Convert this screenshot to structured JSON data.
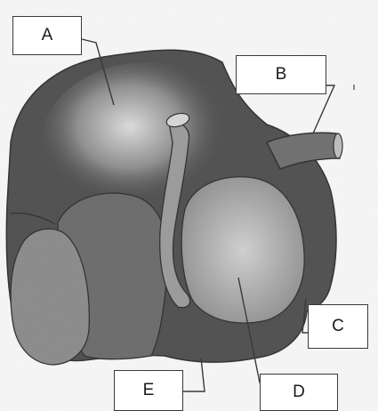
{
  "diagram": {
    "labels": {
      "a": "A",
      "b": "B",
      "c": "C",
      "d": "D",
      "e": "E"
    },
    "colors": {
      "background": "#f7f7f7",
      "outer_organ": "#4e4e4e",
      "left_lobe": "#8a8a8a",
      "middle_lobe": "#6a6a6a",
      "right_chamber": "#a8a8a8",
      "vessel": "#9a9a9a",
      "leader_line": "#3a3a3a"
    }
  }
}
